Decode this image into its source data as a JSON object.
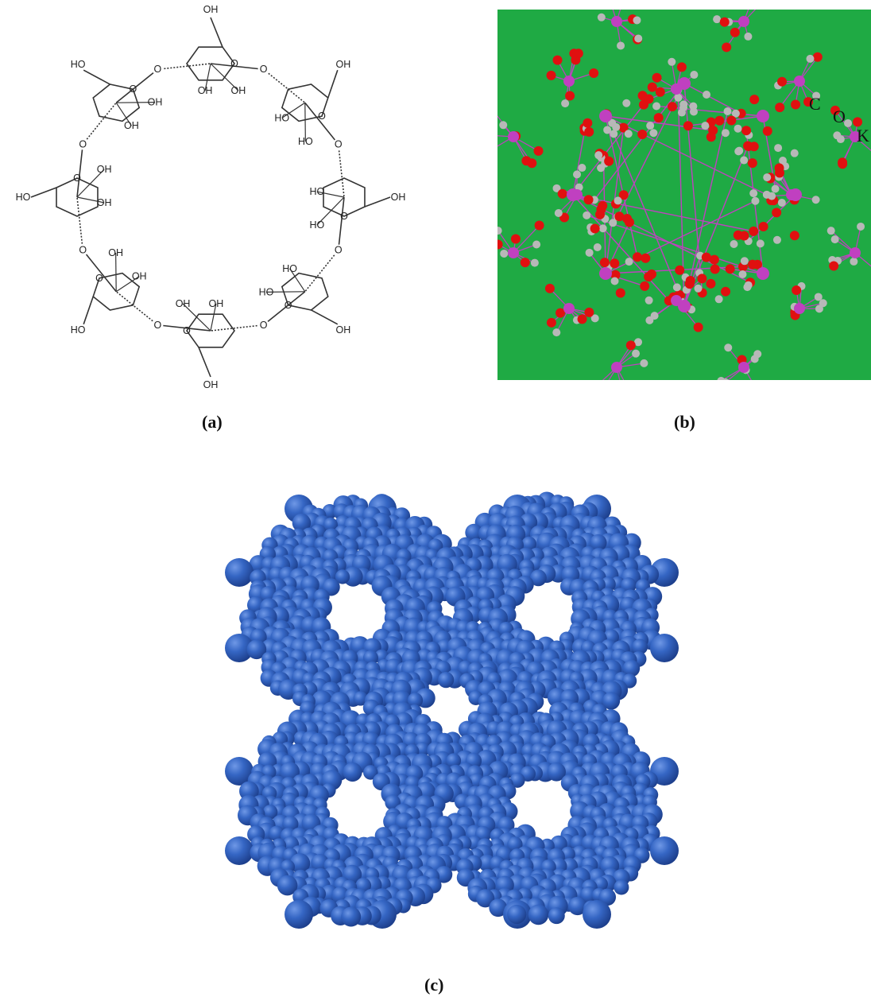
{
  "panels": {
    "a": {
      "caption": "(a)",
      "hydroxyl_label": "OH",
      "hydroxyl_label_left": "HO",
      "ring_oxygen": "O",
      "glycosidic_oxygen": "O"
    },
    "b": {
      "caption": "(b)",
      "background_color": "#1faa44",
      "atom_labels": {
        "carbon": "C",
        "oxygen": "O",
        "potassium": "K"
      },
      "atom_colors": {
        "carbon": "#b8b8b8",
        "oxygen": "#e01010",
        "potassium": "#c040c0"
      }
    },
    "c": {
      "caption": "(c)",
      "sphere_color": "#2f5fb8"
    }
  }
}
